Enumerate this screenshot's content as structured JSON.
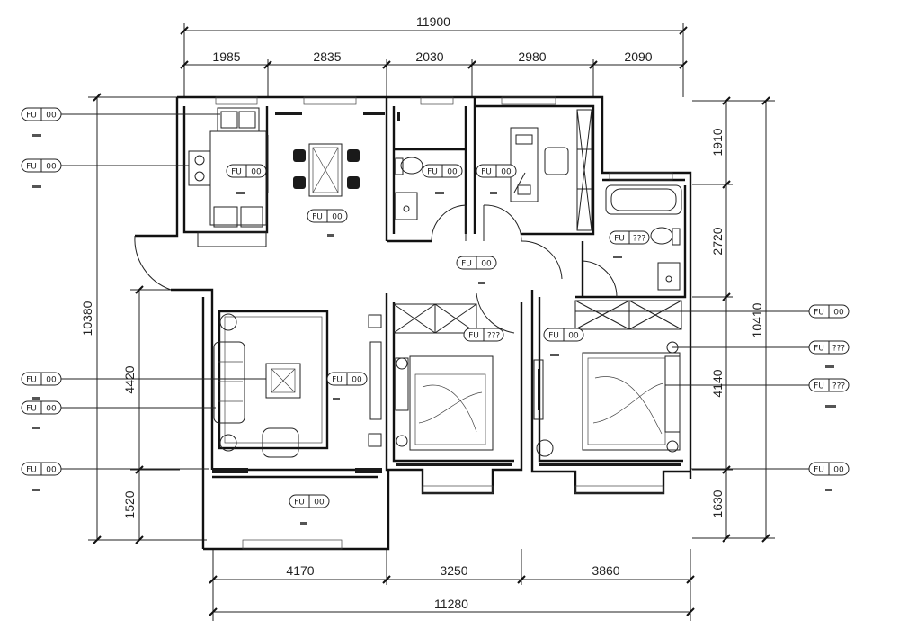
{
  "dimensions": {
    "top_total": "11900",
    "top_segments": [
      "1985",
      "2835",
      "2030",
      "2980",
      "2090"
    ],
    "bottom_segments": [
      "4170",
      "3250",
      "3860"
    ],
    "bottom_total": "11280",
    "left_total": "10380",
    "left_segments": [
      "4420",
      "1520"
    ],
    "right_total": "10410",
    "right_segments": [
      "1910",
      "2720",
      "4140",
      "1630"
    ]
  },
  "tags": [
    {
      "text": "FU",
      "value": "00"
    },
    {
      "text": "FU",
      "value": "00"
    },
    {
      "text": "FU",
      "value": "00"
    },
    {
      "text": "FU",
      "value": "00"
    },
    {
      "text": "FU",
      "value": "00"
    },
    {
      "text": "FU",
      "value": "00"
    },
    {
      "text": "FU",
      "value": "00"
    },
    {
      "text": "FU",
      "value": "00"
    },
    {
      "text": "FU",
      "value": "00"
    },
    {
      "text": "FU",
      "value": "???"
    },
    {
      "text": "FU",
      "value": "00"
    },
    {
      "text": "FU",
      "value": "00"
    },
    {
      "text": "FU",
      "value": "???"
    },
    {
      "text": "FU",
      "value": "00"
    },
    {
      "text": "FU",
      "value": "00"
    },
    {
      "text": "FU",
      "value": "00"
    },
    {
      "text": "FU",
      "value": "???"
    },
    {
      "text": "FU",
      "value": "???"
    },
    {
      "text": "FU",
      "value": "00"
    }
  ]
}
